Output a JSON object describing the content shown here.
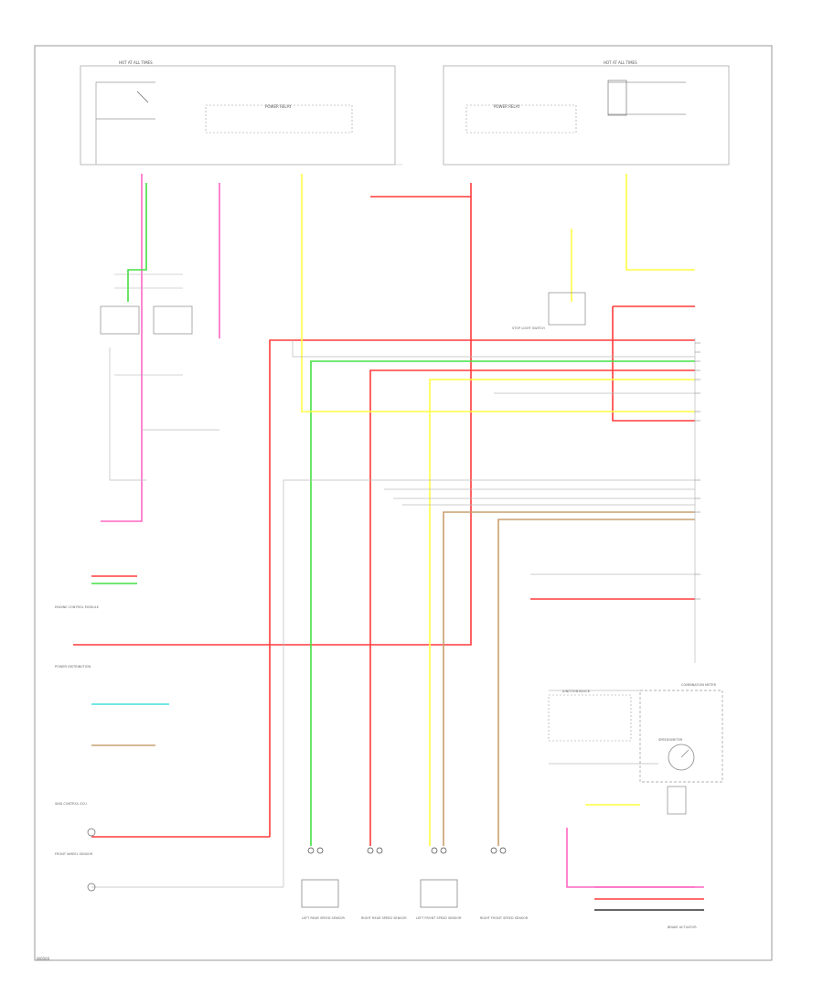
{
  "diagram": {
    "page_code": "W0000",
    "labels": {
      "hot_at_all_times_left": "HOT AT ALL TIMES",
      "hot_at_all_times_right": "HOT AT ALL TIMES",
      "power_relay_left": "POWER RELAY",
      "power_relay_right": "POWER RELAY",
      "junction_block": "JUNCTION BLOCK",
      "combination_meter": "COMBINATION METER",
      "speedometer": "SPEEDOMETER",
      "power_distribution": "POWER DISTRIBUTION",
      "engine_control": "ENGINE CONTROL MODULE",
      "skid_control": "SKID CONTROL ECU",
      "left_rear_sensor": "LEFT REAR SPEED SENSOR",
      "right_rear_sensor": "RIGHT REAR SPEED SENSOR",
      "left_front_sensor": "LEFT FRONT SPEED SENSOR",
      "right_front_sensor": "RIGHT FRONT SPEED SENSOR",
      "front_wheel_sensor": "FRONT WHEEL SENSOR",
      "stop_light_switch": "STOP LIGHT SWITCH",
      "brake_actuator": "BRAKE ACTUATOR"
    },
    "wire_colors": {
      "pink": "#ff66c4",
      "red": "#ff3b3b",
      "green": "#44e044",
      "yellow": "#ffff44",
      "tan": "#c8a070",
      "gray": "#aaaaaa",
      "cyan": "#44e0e0",
      "black": "#333333"
    }
  }
}
